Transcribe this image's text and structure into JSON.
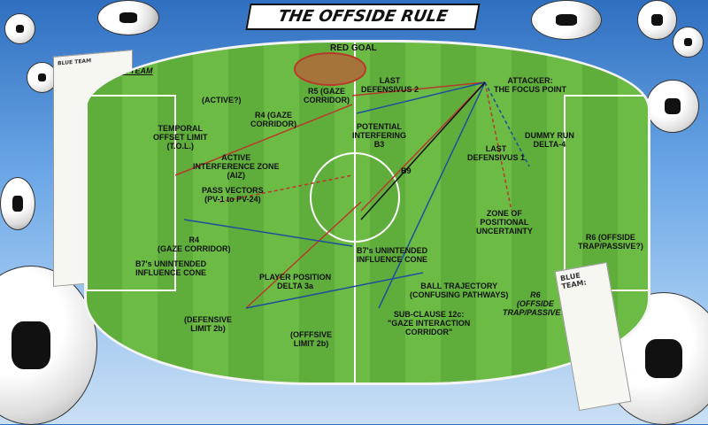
{
  "title": "THE OFFSIDE RULE",
  "pitch": {
    "goal": "RED GOAL",
    "team": "BLUE TEAM",
    "labels": [
      "(ACTIVE?)",
      "R5 (GAZE\nCORRIDOR)",
      "LAST\nDEFENSIVUS 2",
      "ATTACKER:\nTHE FOCUS POINT",
      "R4 (GAZE\nCORRIDOR)",
      "TEMPORAL\nOFFSET LIMIT\n(T.O.L.)",
      "POTENTIAL\nINTERFERING\nB3",
      "DUMMY RUN\nDELTA-4",
      "LAST\nDEFENSIVUS 1",
      "ACTIVE\nINTERFERENCE ZONE\n(AIZ)",
      "B9",
      "PASS VECTORS\n(PV-1 to PV-24)",
      "ZONE OF\nPOSITIONAL\nUNCERTAINTY",
      "R4\n(GAZE CORRIDOR)",
      "B7's UNINTENDED\nINFLUENCE CONE",
      "B7's UNINTENDED\nINFLUENCE CONE",
      "PLAYER POSITION\nDELTA 3a",
      "BALL TRAJECTORY\n(CONFUSING PATHWAYS)",
      "R6 (OFFSIDE\nTRAP/PASSIVE?)",
      "R6\n(OFFSIDE\nTRAP/PASSIVE?)",
      "(DEFENSIVE\nLIMIT 2b)",
      "(OFFFSIVE\nLIMIT 2b)",
      "SUB-CLAUSE 12c:\n\"GAZE INTERACTION\nCORRIDOR\""
    ]
  },
  "side_panel": {
    "left_title": "BLUE TEAM",
    "right_title": "BLUE TEAM:"
  },
  "colors": {
    "pitch": "#62b23f",
    "red": "#b83a2a",
    "blue": "#1d4f9a"
  }
}
